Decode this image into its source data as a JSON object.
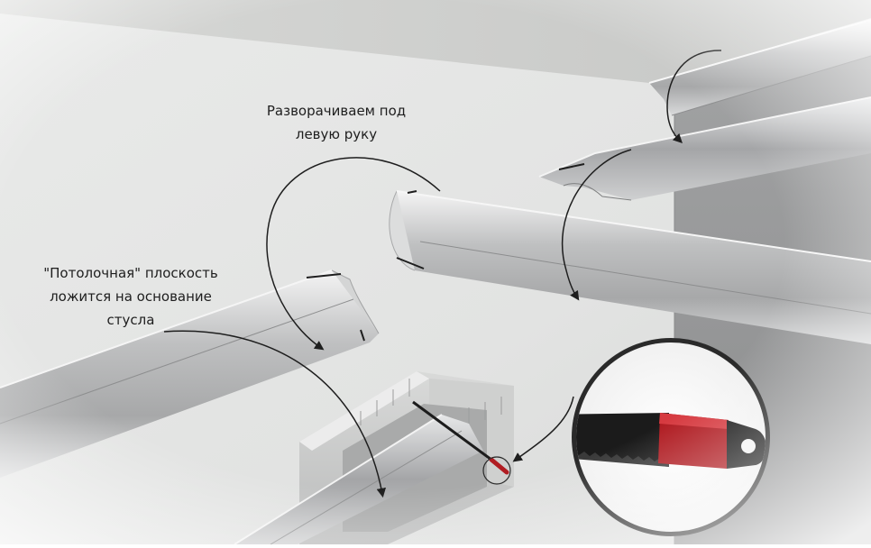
{
  "captions": {
    "rotate_line1": "Разворачиваем под",
    "rotate_line2": "левую руку",
    "ceiling_line1": "\"Потолочная\" плоскость",
    "ceiling_line2": "ложится на основание",
    "ceiling_line3": "стусла"
  },
  "icons": {
    "saw": "hacksaw-blade-icon",
    "magnifier": "magnifier-circle-icon"
  },
  "colors": {
    "saw_handle": "#b01c22",
    "saw_blade": "#1a1a1a",
    "background_wall": "#e6e7e6",
    "ceiling": "#d0d1cf",
    "side_wall": "#9a9b9c"
  }
}
